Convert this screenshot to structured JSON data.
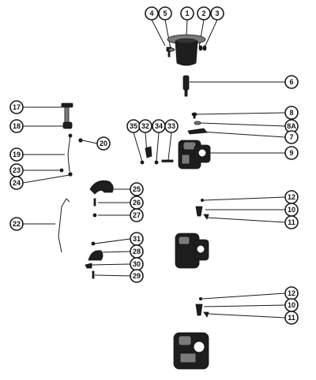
{
  "callouts": [
    {
      "id": "c-4",
      "label": "4"
    },
    {
      "id": "c-5",
      "label": "5"
    },
    {
      "id": "c-1",
      "label": "1"
    },
    {
      "id": "c-2",
      "label": "2"
    },
    {
      "id": "c-3",
      "label": "3"
    },
    {
      "id": "c-6",
      "label": "6"
    },
    {
      "id": "c-17",
      "label": "17"
    },
    {
      "id": "c-8",
      "label": "8"
    },
    {
      "id": "c-8a",
      "label": "8A"
    },
    {
      "id": "c-18",
      "label": "18"
    },
    {
      "id": "c-35",
      "label": "35"
    },
    {
      "id": "c-32",
      "label": "32"
    },
    {
      "id": "c-34",
      "label": "34"
    },
    {
      "id": "c-33",
      "label": "33"
    },
    {
      "id": "c-7",
      "label": "7"
    },
    {
      "id": "c-20",
      "label": "20"
    },
    {
      "id": "c-19",
      "label": "19"
    },
    {
      "id": "c-9",
      "label": "9"
    },
    {
      "id": "c-23",
      "label": "23"
    },
    {
      "id": "c-24",
      "label": "24"
    },
    {
      "id": "c-25",
      "label": "25"
    },
    {
      "id": "c-12a",
      "label": "12"
    },
    {
      "id": "c-26",
      "label": "26"
    },
    {
      "id": "c-10a",
      "label": "10"
    },
    {
      "id": "c-27",
      "label": "27"
    },
    {
      "id": "c-11a",
      "label": "11"
    },
    {
      "id": "c-22",
      "label": "22"
    },
    {
      "id": "c-31",
      "label": "31"
    },
    {
      "id": "c-28",
      "label": "28"
    },
    {
      "id": "c-30",
      "label": "30"
    },
    {
      "id": "c-29",
      "label": "29"
    },
    {
      "id": "c-12b",
      "label": "12"
    },
    {
      "id": "c-10b",
      "label": "10"
    },
    {
      "id": "c-11b",
      "label": "11"
    }
  ]
}
